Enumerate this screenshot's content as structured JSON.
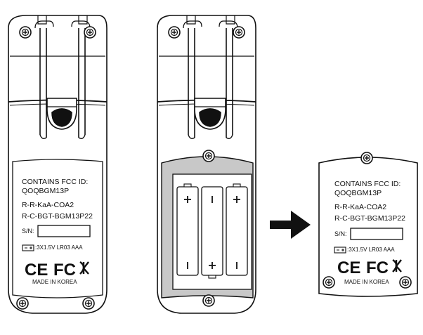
{
  "label_left": {
    "fcc_line1": "CONTAINS FCC ID:",
    "fcc_line2": "QOQBGM13P",
    "cert_line1": "R-R-KaA-COA2",
    "cert_line2": "R-C-BGT-BGM13P22",
    "sn_label": "S/N:",
    "battery_spec": ":3X1.5V LR03 AAA",
    "marks": [
      "CE",
      "FC",
      "KC"
    ],
    "made_in": "MADE IN KOREA"
  },
  "label_right": {
    "fcc_line1": "CONTAINS FCC ID:",
    "fcc_line2": "QOQBGM13P",
    "cert_line1": "R-R-KaA-COA2",
    "cert_line2": "R-C-BGT-BGM13P22",
    "sn_label": "S/N:",
    "battery_spec": ":3X1.5V LR03 AAA",
    "marks": [
      "CE",
      "FC",
      "KC"
    ],
    "made_in": "MADE IN KOREA"
  },
  "batteries": [
    {
      "top": "+",
      "bottom": "I"
    },
    {
      "top": "I",
      "bottom": "+"
    },
    {
      "top": "+",
      "bottom": "I"
    }
  ],
  "colors": {
    "line": "#111111",
    "panel": "#c8c8c8",
    "screw": "#ffffff"
  }
}
